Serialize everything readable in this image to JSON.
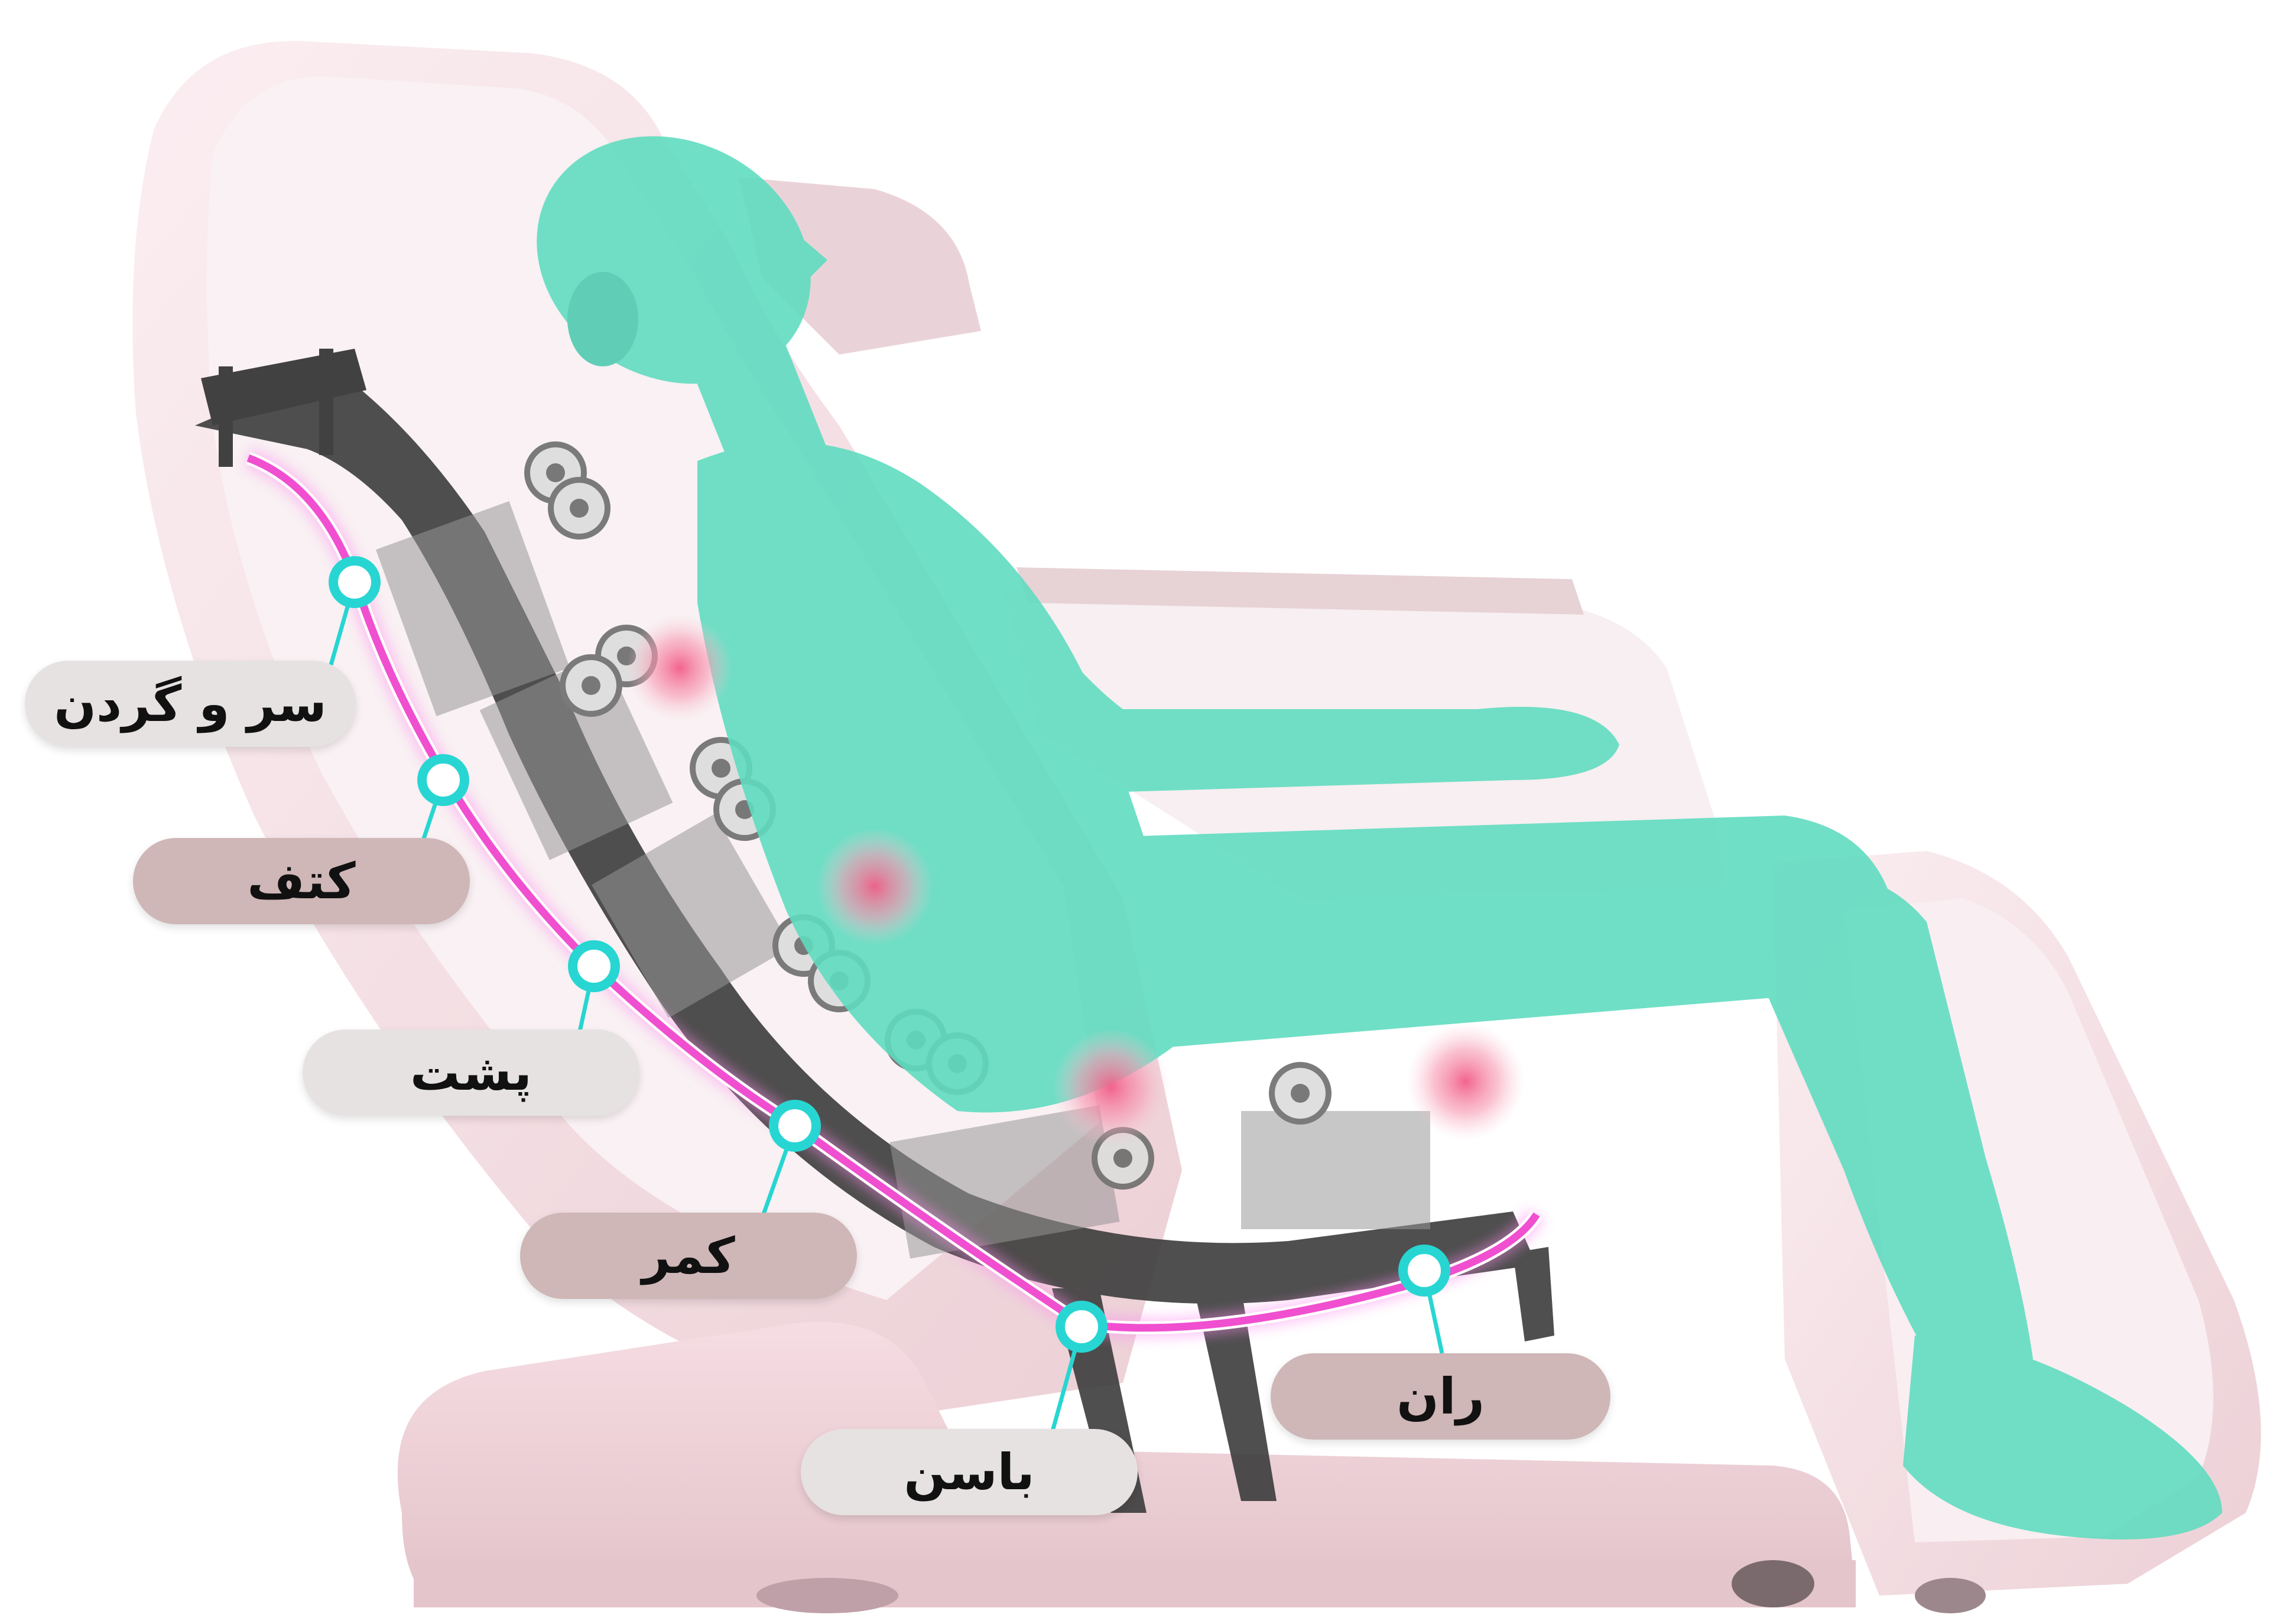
{
  "colors": {
    "figure": "#5fdcc0",
    "curve": "#f04fd0",
    "node": "#27d6d2",
    "chair": "#f2d9de",
    "frame": "#3a3a3a",
    "hotspot": "#f58aa8",
    "label_light": "#e6e2e2",
    "label_rose": "#cfb6b7"
  },
  "labels": {
    "head_neck": "سر و گردن",
    "shoulder": "کتف",
    "back": "پشت",
    "waist": "کمر",
    "hip": "باسن",
    "thigh": "ران"
  },
  "icons": {
    "massage_node": "ring-node-icon",
    "hotspot": "heat-spot-icon"
  }
}
